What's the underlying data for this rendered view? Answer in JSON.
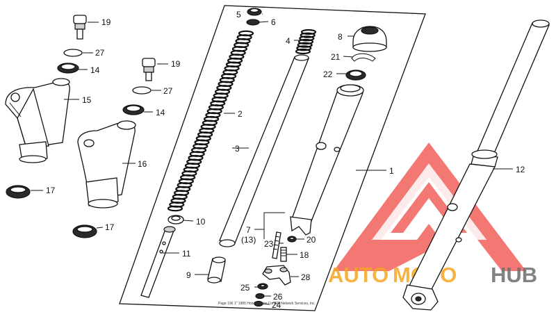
{
  "callouts": {
    "c1": "1",
    "c2": "2",
    "c3": "3",
    "c4": "4",
    "c5": "5",
    "c6": "6",
    "c7": "7",
    "c7b": "(13)",
    "c8": "8",
    "c9": "9",
    "c10": "10",
    "c11": "11",
    "c12": "12",
    "c14a": "14",
    "c14b": "14",
    "c15": "15",
    "c16": "16",
    "c17a": "17",
    "c17b": "17",
    "c18": "18",
    "c19a": "19",
    "c19b": "19",
    "c20": "20",
    "c21": "21",
    "c22": "22",
    "c23": "23",
    "c24": "24",
    "c25": "25",
    "c26": "26",
    "c27a": "27",
    "c27b": "27",
    "c28": "28"
  },
  "caption": "Page 196 1\" 1985 Honda Motor Co. ARI Network Services, Inc.",
  "watermark": {
    "part1": "AUTO",
    "part2": "MOTO",
    "part3": "HUB",
    "color_red": "#f04a45",
    "color_orange": "#f5a623",
    "color_grey": "#6d6d6d"
  }
}
